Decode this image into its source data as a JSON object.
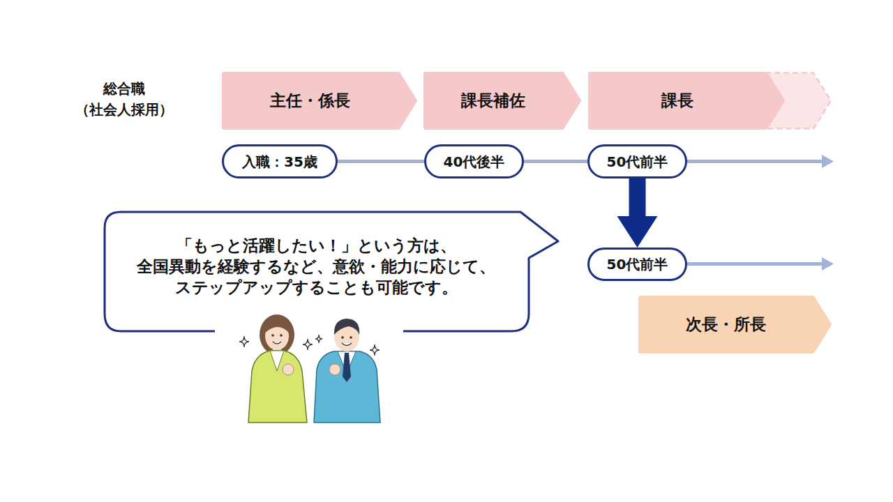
{
  "diagram": {
    "nodes": [
      {
        "text": [
          "主任・係長"
        ]
      },
      {
        "text": [
          "課長補佐"
        ]
      },
      {
        "text": [
          "課長"
        ]
      },
      {
        "text": [
          "入職：35歳"
        ]
      },
      {
        "text": [
          "40代後半"
        ]
      },
      {
        "text": [
          "50代前半"
        ]
      },
      {
        "text": [
          "「もっと活躍したい！」という方は、 全国異動を経験するなど、意欲・能力に応じて、 ステップアップすることも可能です。"
        ]
      },
      {
        "text": [
          "50代前半"
        ]
      },
      {
        "text": [
          "次長・所長"
        ]
      }
    ],
    "edges": [
      {
        "from": 3,
        "to": 4,
        "arrow": "none"
      },
      {
        "from": 4,
        "to": 5,
        "arrow": "none"
      },
      {
        "from": 5,
        "to": 7,
        "arrow": "to"
      }
    ],
    "labels": [
      "総合職 （社会人採用）"
    ]
  }
}
